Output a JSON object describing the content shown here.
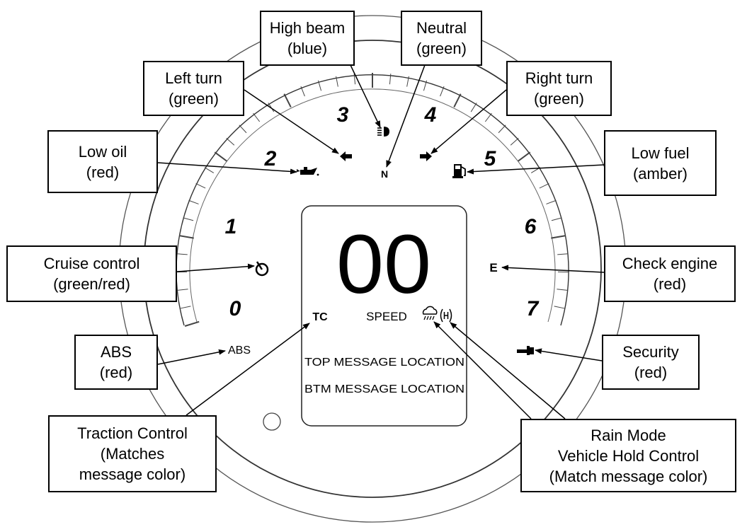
{
  "gauge": {
    "gear_numbers": [
      "0",
      "1",
      "2",
      "3",
      "4",
      "5",
      "6",
      "7"
    ],
    "neutral_indicator": "N",
    "check_engine_indicator": "E",
    "abs_indicator": "ABS",
    "display": {
      "speed_value": "00",
      "traction_control": "TC",
      "speed_label": "SPEED",
      "top_message": "TOP MESSAGE LOCATION",
      "bottom_message": "BTM MESSAGE LOCATION"
    },
    "icons": [
      "left-arrow-icon",
      "right-arrow-icon",
      "high-beam-icon",
      "oil-can-icon",
      "fuel-pump-icon",
      "cruise-control-icon",
      "security-key-icon",
      "rain-cloud-icon",
      "vehicle-hold-icon"
    ]
  },
  "callouts": {
    "high_beam": [
      "High beam",
      "(blue)"
    ],
    "neutral": [
      "Neutral",
      "(green)"
    ],
    "left_turn": [
      "Left turn",
      "(green)"
    ],
    "right_turn": [
      "Right turn",
      "(green)"
    ],
    "low_oil": [
      "Low oil",
      "(red)"
    ],
    "low_fuel": [
      "Low fuel",
      "(amber)"
    ],
    "cruise_control": [
      "Cruise control",
      "(green/red)"
    ],
    "check_engine": [
      "Check engine",
      "(red)"
    ],
    "abs": [
      "ABS",
      "(red)"
    ],
    "security": [
      "Security",
      "(red)"
    ],
    "traction_control": [
      "Traction Control",
      "(Matches",
      "message color)"
    ],
    "rain_mode": [
      "Rain Mode",
      "Vehicle Hold Control",
      "(Match message color)"
    ]
  }
}
